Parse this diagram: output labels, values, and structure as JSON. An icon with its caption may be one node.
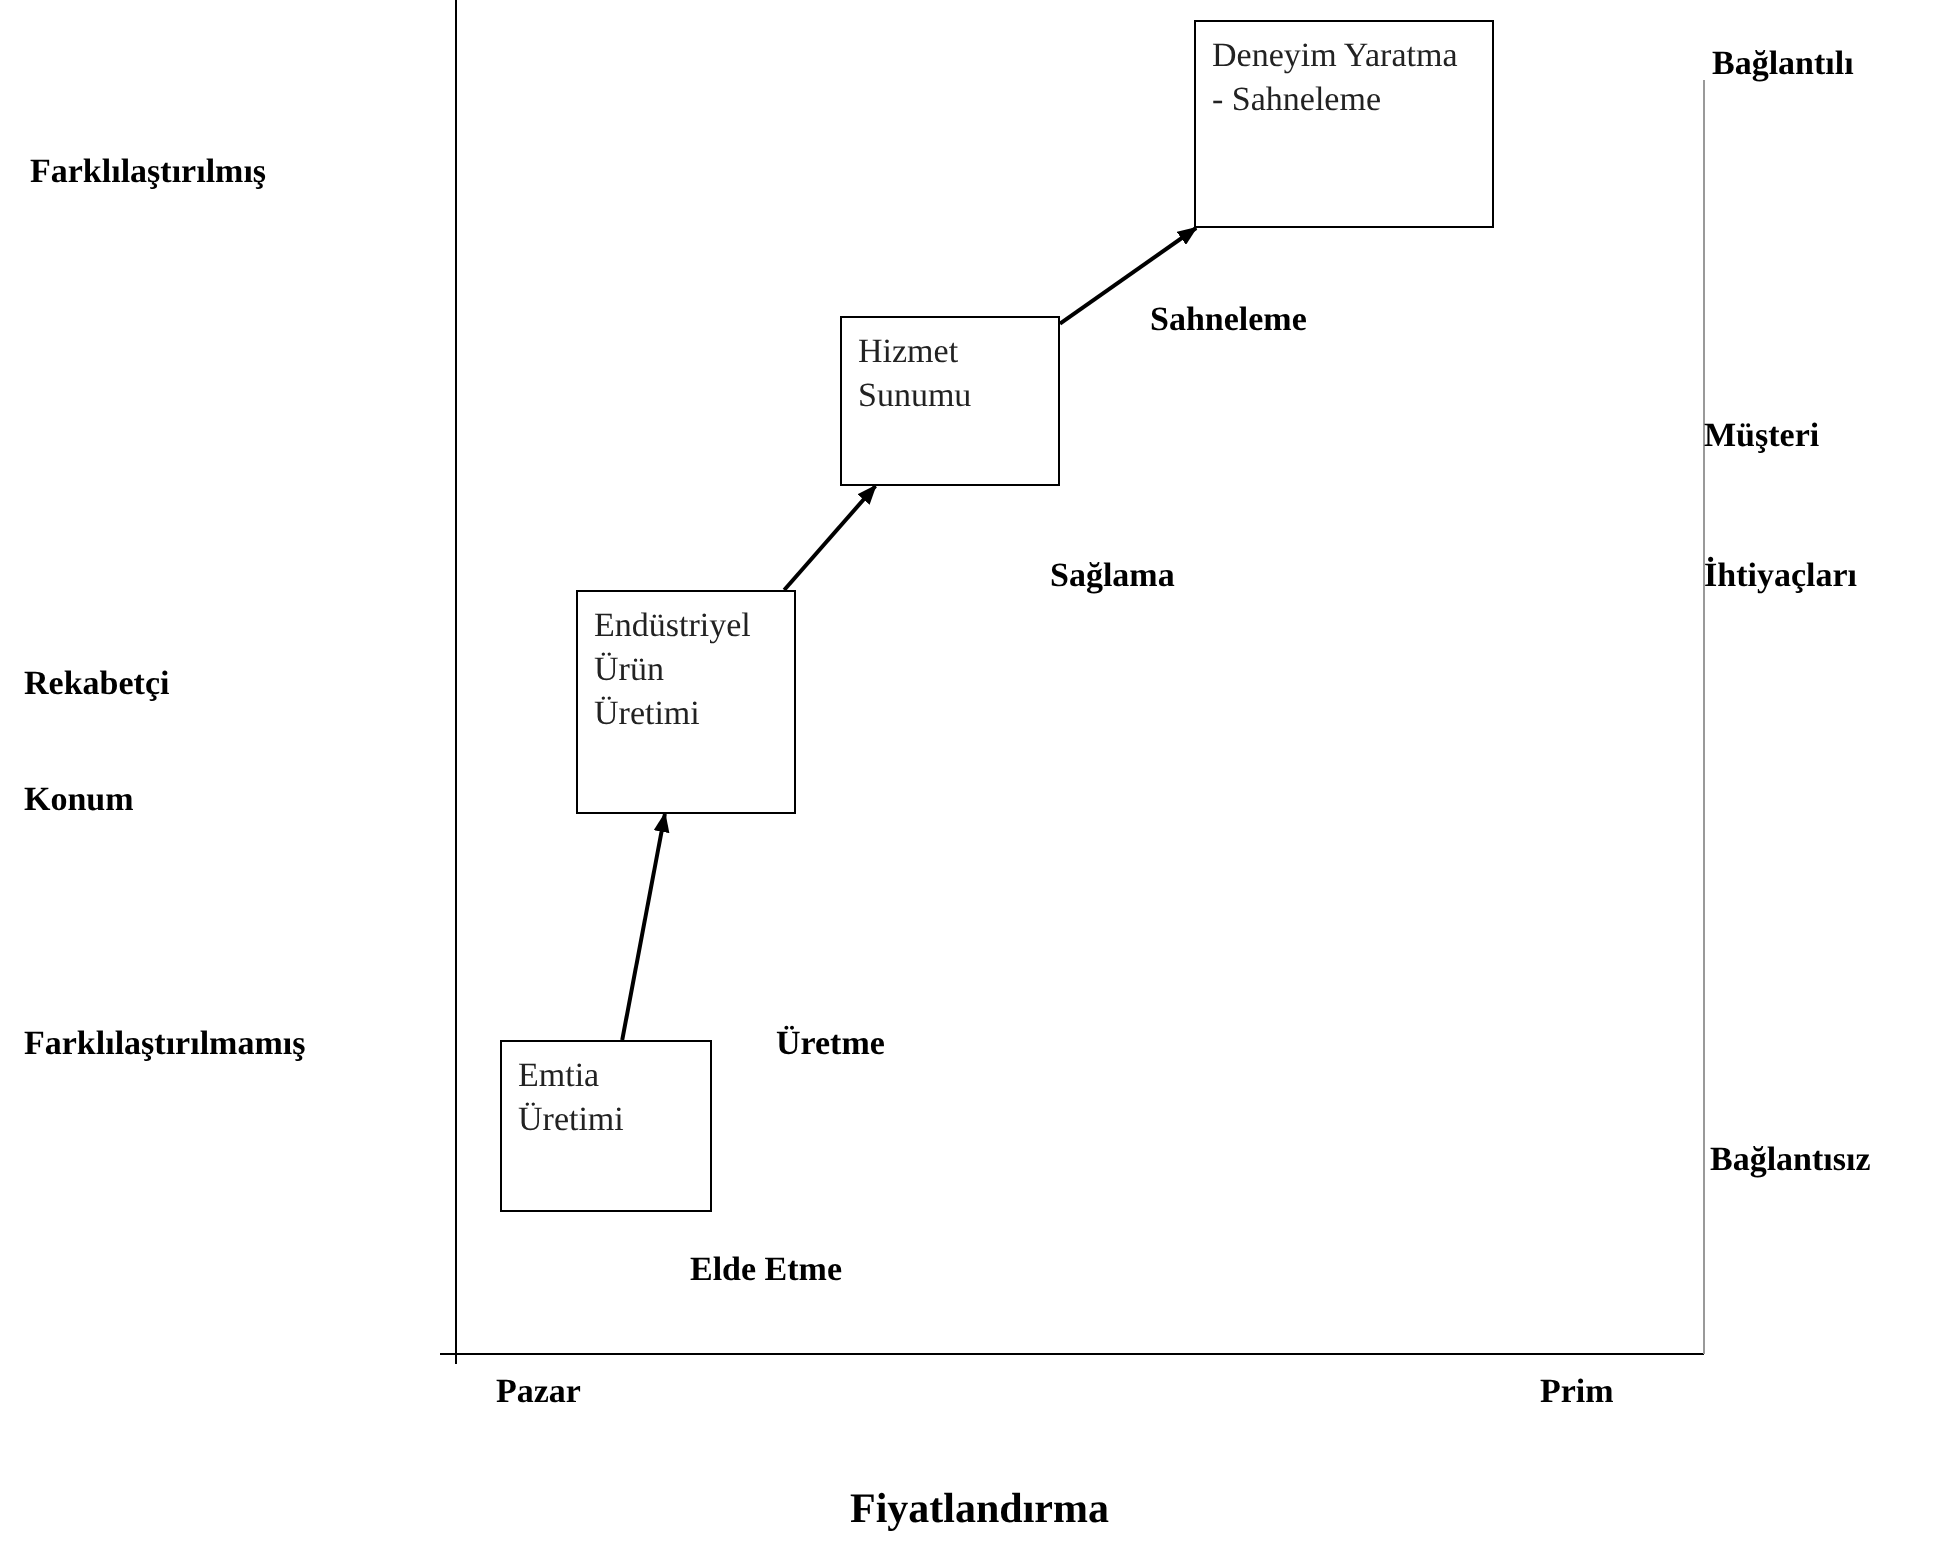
{
  "diagram": {
    "nodes": [
      {
        "text": [
          "Emtia Üretimi"
        ]
      },
      {
        "text": [
          "Endüstriyel Ürün Üretimi"
        ]
      },
      {
        "text": [
          "Hizmet Sunumu"
        ]
      },
      {
        "text": [
          "Deneyim Yaratma - Sahneleme"
        ]
      }
    ],
    "edges": [
      {
        "from": 0,
        "to": 1,
        "arrow": "to"
      },
      {
        "from": 1,
        "to": 2,
        "arrow": "to"
      },
      {
        "from": 2,
        "to": 3,
        "arrow": "to"
      }
    ],
    "labels": [
      "Bağlantılı",
      "Farklılaştırılmış",
      "Sahneleme",
      "Müşteri",
      "Sağlama",
      "İhtiyaçları",
      "Rekabetçi",
      "Konum",
      "Farklılaştırılmamış",
      "Üretme",
      "Bağlantısız",
      "Elde Etme",
      "Pazar",
      "Prim",
      "Fiyatlandırma"
    ]
  }
}
